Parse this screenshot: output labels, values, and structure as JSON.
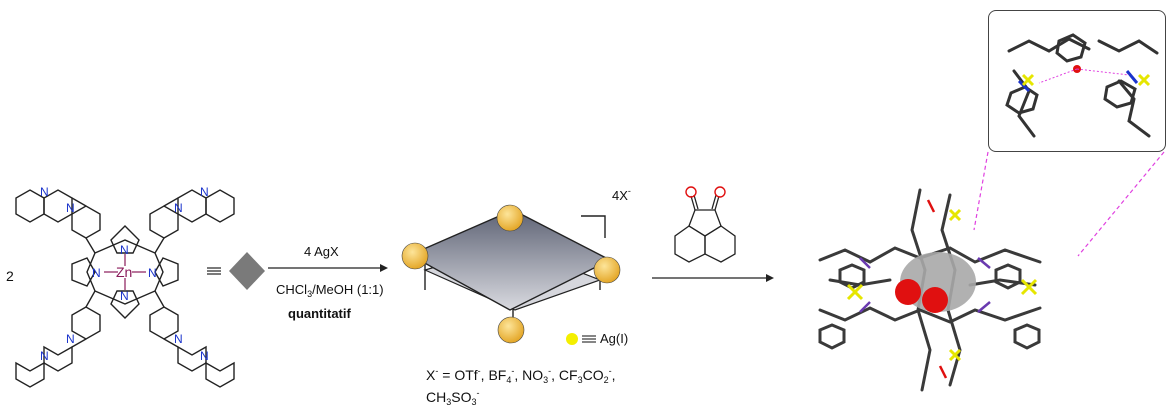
{
  "reactant": {
    "coefficient": "2",
    "metal_label": "Zn",
    "nitrogen_label": "N"
  },
  "step1": {
    "reagent": "4 AgX",
    "solvent_main": "CHCl",
    "solvent_sub": "3",
    "solvent_rest": "/MeOH (1:1)",
    "yield_note": "quantitatif"
  },
  "cage": {
    "charge_count": "4X",
    "charge_sign": "-",
    "legend_text": "Ag(I)"
  },
  "anions": {
    "prefix": "X",
    "prefix_sup": "-",
    "equals": " = ",
    "items": [
      {
        "base": "OTf",
        "sub": "",
        "sup": "-",
        "sep": ", "
      },
      {
        "base": "BF",
        "sub": "4",
        "sup": "-",
        "sep": ", "
      },
      {
        "base": "NO",
        "sub": "3",
        "sup": "-",
        "sep": ", "
      },
      {
        "base": "CF",
        "sub": "3",
        "mid": "CO",
        "sub2": "2",
        "sup": "-",
        "sep": ","
      }
    ],
    "line2": {
      "base": "CH",
      "sub": "3",
      "mid": "SO",
      "sub2": "3",
      "sup": "-"
    }
  },
  "colors": {
    "arrow": "#222222",
    "diamond_gray": "#7a7a7a",
    "ag_orange": "#f2b53a",
    "ag_yellow": "#f4ef00",
    "oxygen_red": "#e01010",
    "nitrogen_blue": "#1a33cc",
    "zinc_purple": "#8a1a5a",
    "inset_dashes": "#e040e0"
  }
}
